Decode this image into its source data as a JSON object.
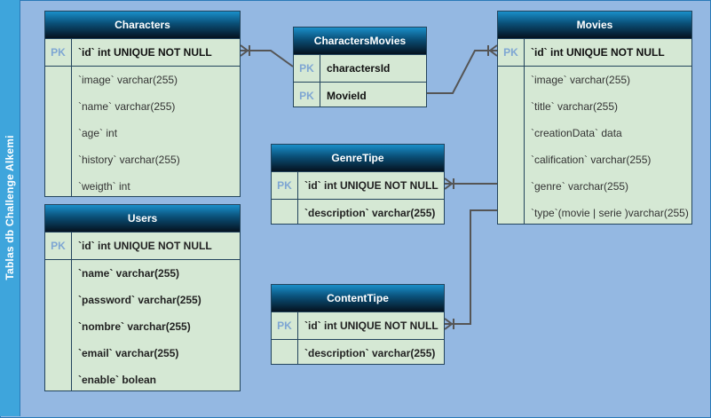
{
  "sidebar": {
    "title": "Tablas db Challenge Alkemi"
  },
  "tables": {
    "characters": {
      "name": "Characters",
      "rows": [
        {
          "key": "PK",
          "text": "`id`  int UNIQUE NOT NULL"
        },
        {
          "key": "",
          "text": "`image` varchar(255)"
        },
        {
          "key": "",
          "text": "`name` varchar(255)"
        },
        {
          "key": "",
          "text": "`age` int"
        },
        {
          "key": "",
          "text": "`history` varchar(255)"
        },
        {
          "key": "",
          "text": "`weigth` int"
        }
      ]
    },
    "characters_movies": {
      "name": "CharactersMovies",
      "rows": [
        {
          "key": "PK",
          "text": "charactersId"
        },
        {
          "key": "PK",
          "text": "MovieId"
        }
      ]
    },
    "movies": {
      "name": "Movies",
      "rows": [
        {
          "key": "PK",
          "text": "`id`  int UNIQUE NOT NULL"
        },
        {
          "key": "",
          "text": "`image` varchar(255)"
        },
        {
          "key": "",
          "text": "`title` varchar(255)"
        },
        {
          "key": "",
          "text": "`creationData` data"
        },
        {
          "key": "",
          "text": "`calification` varchar(255)"
        },
        {
          "key": "",
          "text": "`genre` varchar(255)"
        },
        {
          "key": "",
          "text": "`type`(movie | serie )varchar(255)"
        }
      ]
    },
    "users": {
      "name": "Users",
      "rows": [
        {
          "key": "PK",
          "text": "`id` int UNIQUE NOT NULL"
        },
        {
          "key": "",
          "text": "`name` varchar(255)"
        },
        {
          "key": "",
          "text": "`password` varchar(255)"
        },
        {
          "key": "",
          "text": "`nombre` varchar(255)"
        },
        {
          "key": "",
          "text": "`email` varchar(255)"
        },
        {
          "key": "",
          "text": "`enable` bolean"
        }
      ]
    },
    "genre_tipe": {
      "name": "GenreTipe",
      "rows": [
        {
          "key": "PK",
          "text": "`id` int UNIQUE NOT NULL"
        },
        {
          "key": "",
          "text": "`description` varchar(255)"
        }
      ]
    },
    "content_tipe": {
      "name": "ContentTipe",
      "rows": [
        {
          "key": "PK",
          "text": "`id` int UNIQUE NOT NULL"
        },
        {
          "key": "",
          "text": "`description` varchar(255)"
        }
      ]
    }
  },
  "colors": {
    "canvas": "#94b8e2",
    "sidebar": "#3ea5dc",
    "table_body": "#d5e8d4",
    "header_top": "#1a8fc9",
    "header_bottom": "#05121f",
    "pk_label": "#7ea6d3",
    "connector": "#555555"
  }
}
